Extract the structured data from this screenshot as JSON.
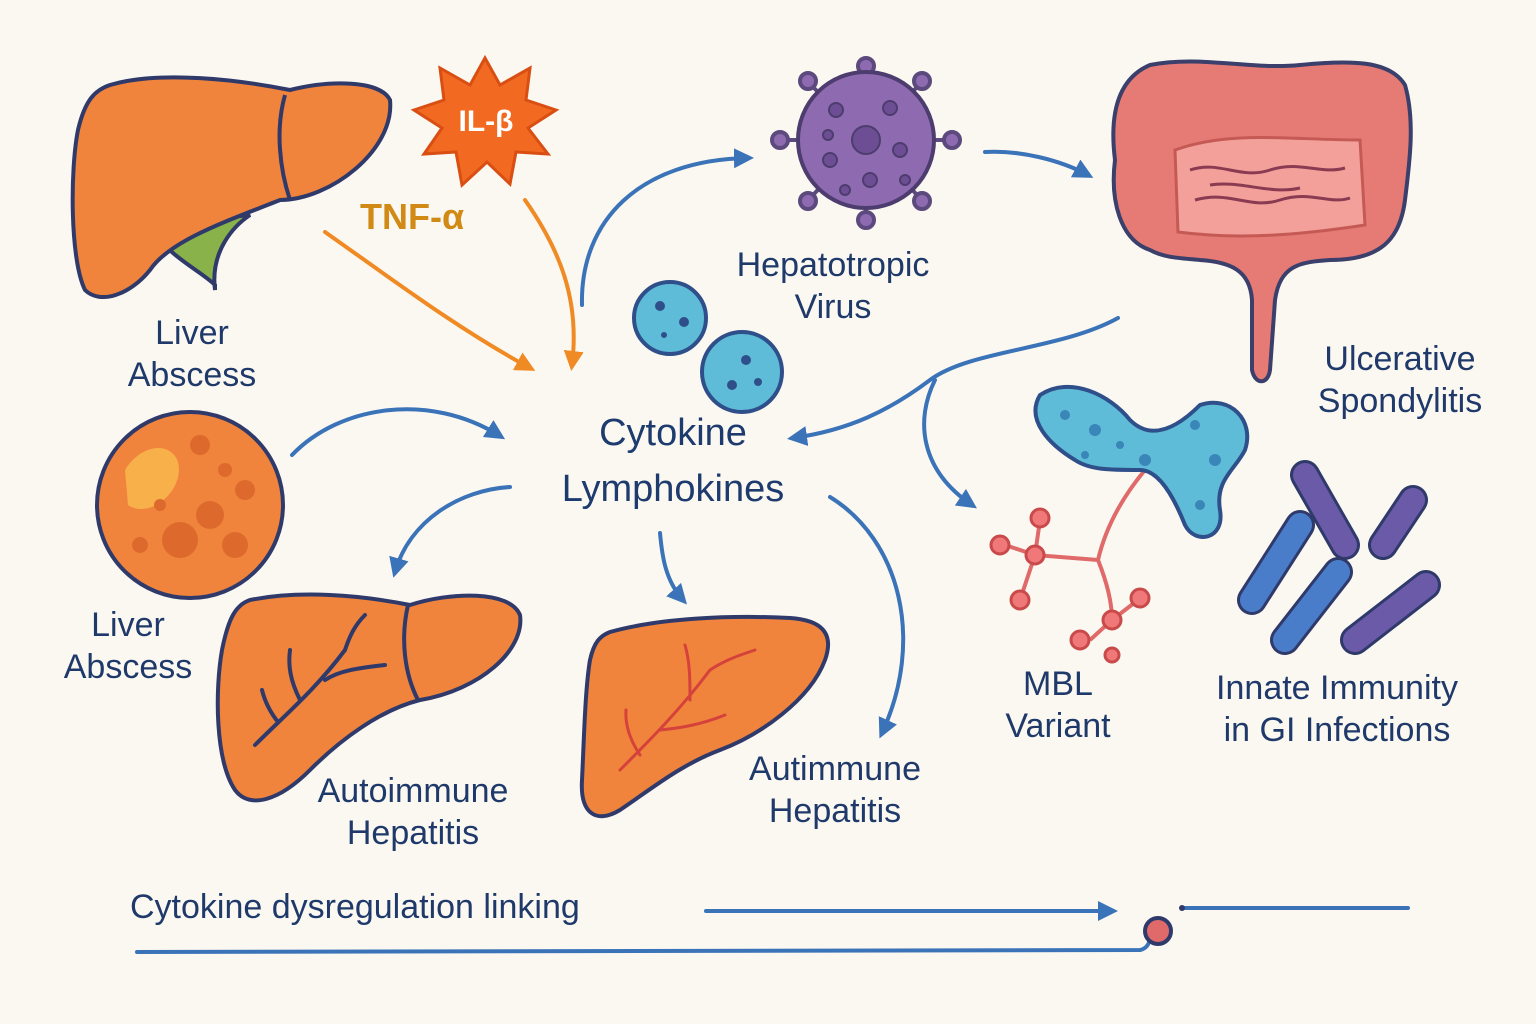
{
  "center": {
    "line1": "Cytokine",
    "line2": "Lymphokines"
  },
  "mediators": {
    "il": "IL-β",
    "tnf": "TNF-α"
  },
  "nodes": {
    "liver_abscess_top": {
      "line1": "Liver",
      "line2": "Abscess"
    },
    "liver_abscess_bottom": {
      "line1": "Liver",
      "line2": "Abscess"
    },
    "virus": {
      "line1": "Hepatotropic",
      "line2": "Virus"
    },
    "colon": {
      "line1": "Ulcerative",
      "line2": "Spondylitis"
    },
    "autoimmune_left": {
      "line1": "Autoimmune",
      "line2": "Hepatitis"
    },
    "autoimmune_mid": {
      "line1": "Autimmune",
      "line2": "Hepatitis"
    },
    "mbl": {
      "line1": "MBL",
      "line2": "Variant"
    },
    "innate": {
      "line1": "Innate Immunity",
      "line2": "in GI Infections"
    }
  },
  "footer": {
    "text": "Cytokine dysregulation linking"
  },
  "colors": {
    "liver": "#f0843c",
    "liver_outline": "#2f3a6b",
    "virus": "#8e6bb0",
    "colon": "#e57b74",
    "arrow_blue": "#3b73b8",
    "arrow_orange": "#f08a24",
    "cell_blue": "#5fbcd8",
    "bacteria_blue": "#4a7dc9",
    "bacteria_purple": "#6a5aa8"
  }
}
